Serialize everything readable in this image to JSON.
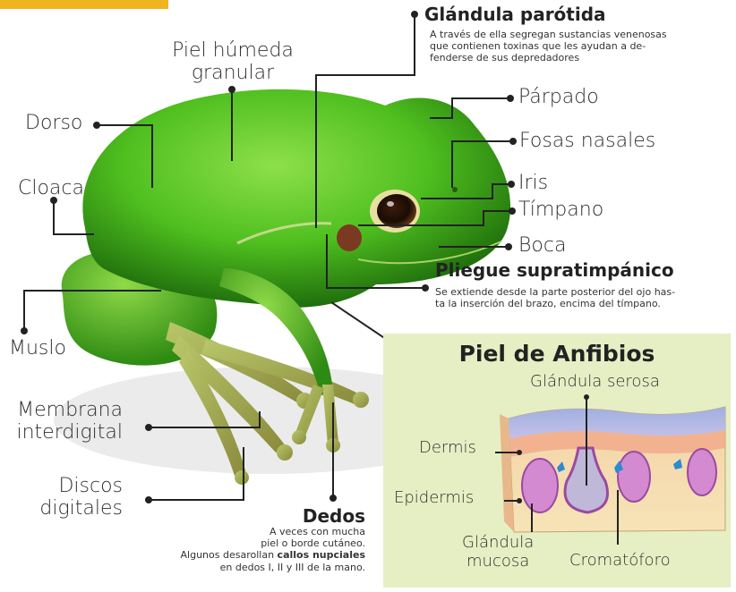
{
  "accent_color": "#f0b421",
  "frog_color": "#4fbf1f",
  "labels": {
    "piel": [
      "Piel húmeda",
      "granular"
    ],
    "dorso": "Dorso",
    "cloaca": "Cloaca",
    "muslo": "Muslo",
    "membrana": [
      "Membrana",
      "interdigital"
    ],
    "discos": [
      "Discos",
      "digitales"
    ],
    "parpado": "Párpado",
    "fosas": "Fosas nasales",
    "iris": "Iris",
    "timpano": "Tímpano",
    "boca": "Boca"
  },
  "parotida": {
    "title": "Glándula parótida",
    "desc": [
      "A través de ella segregan sustancias venenosas",
      "que contienen toxinas que les ayudan a  de-",
      "fenderse de sus depredadores"
    ]
  },
  "pliegue": {
    "title": "Pliegue supratimpánico",
    "desc": [
      "Se extiende desde la parte posterior del ojo has-",
      "ta la inserción del brazo, encima del tímpano."
    ]
  },
  "dedos": {
    "title": "Dedos",
    "desc": [
      "A veces con mucha",
      "piel o borde cutáneo."
    ],
    "desc3_pre": "Algunos desarollan ",
    "desc3_bold": "callos nupciales",
    "desc4": "en dedos I, II y III de la mano."
  },
  "skin_panel": {
    "title": "Piel de Anfibios",
    "serosa": "Glándula serosa",
    "dermis": "Dermis",
    "epidermis": "Epidermis",
    "mucosa": [
      "Glándula",
      "mucosa"
    ],
    "cromatoforo": "Cromatóforo",
    "background": "#e6efc4"
  }
}
